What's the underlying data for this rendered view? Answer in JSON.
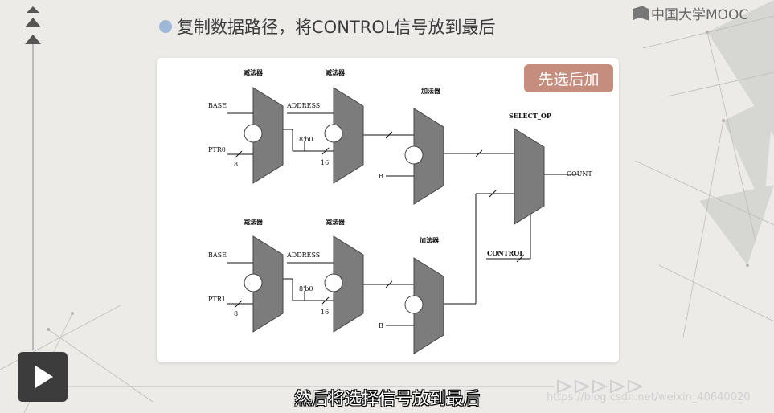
{
  "title": "复制数据路径，将CONTROL信号放到最后",
  "brand": "中国大学MOOC",
  "badge": "先选后加",
  "subtitle": "然后将选择信号放到最后",
  "watermark": "https://blog.csdn.net/weixin_40640020",
  "diagram": {
    "sub_label": "减法器",
    "add_label": "加法器",
    "base": "BASE",
    "address": "ADDRESS",
    "ptr0": "PTR0",
    "ptr1": "PTR1",
    "eight": "8",
    "sixteen": "16",
    "b0": "8'b0",
    "b": "B",
    "select_op": "SELECT_OP",
    "count": "COUNT",
    "control": "CONTROL"
  },
  "colors": {
    "mux_fill": "#7c7c7c",
    "badge": "#c48d7e",
    "title_dot": "#9fb8d8"
  }
}
